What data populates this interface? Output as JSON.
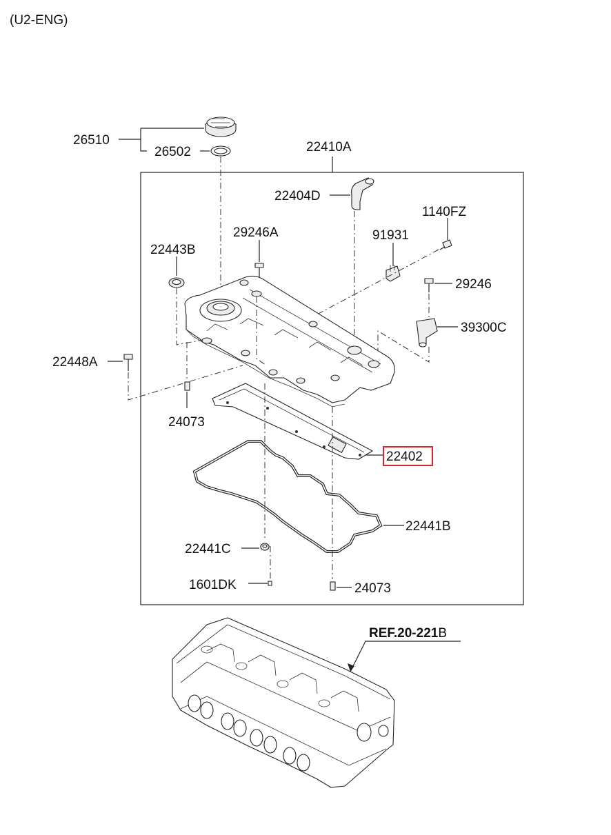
{
  "header": {
    "title": "(U2-ENG)"
  },
  "labels": {
    "l26510": "26510",
    "l26502": "26502",
    "l22410A": "22410A",
    "l22404D": "22404D",
    "l1140FZ": "1140FZ",
    "l29246A": "29246A",
    "l91931": "91931",
    "l22443B": "22443B",
    "l29246": "29246",
    "l39300C": "39300C",
    "l22448A": "22448A",
    "l24073_top": "24073",
    "l22402": "22402",
    "l22441B": "22441B",
    "l22441C": "22441C",
    "l1601DK": "1601DK",
    "l24073_bottom": "24073"
  },
  "reference": {
    "bold": "REF.20-221",
    "suffix": "B"
  },
  "colors": {
    "highlight": "#e0202a",
    "line": "#222222"
  }
}
